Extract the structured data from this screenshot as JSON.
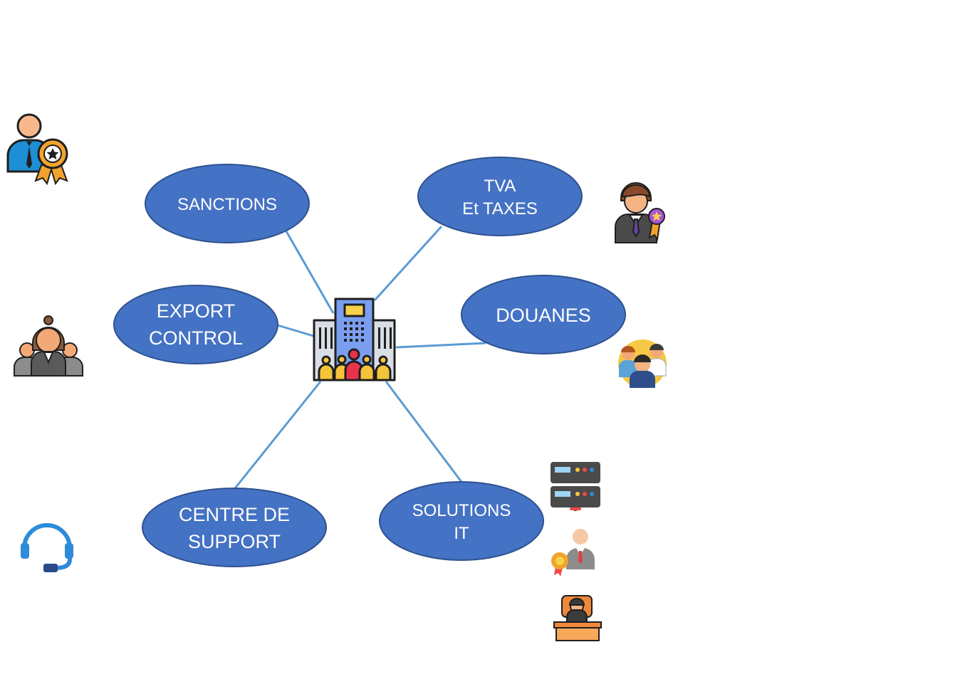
{
  "colors": {
    "node_fill": "#4472C4",
    "node_stroke": "#2F528F",
    "connector": "#5B9BD5",
    "background": "#FFFFFF"
  },
  "center": {
    "icon": "office-building-with-people-icon"
  },
  "nodes": [
    {
      "id": "sanctions",
      "lines": [
        "SANCTIONS"
      ]
    },
    {
      "id": "tva",
      "lines": [
        "TVA",
        "Et TAXES"
      ]
    },
    {
      "id": "export-control",
      "lines": [
        "EXPORT",
        "CONTROL"
      ]
    },
    {
      "id": "douanes",
      "lines": [
        "DOUANES"
      ]
    },
    {
      "id": "centre-support",
      "lines": [
        "CENTRE DE",
        "SUPPORT"
      ]
    },
    {
      "id": "solutions-it",
      "lines": [
        "SOLUTIONS",
        "IT"
      ]
    }
  ],
  "icons": [
    "certified-professional-icon",
    "team-leader-icon",
    "businessman-award-icon",
    "team-group-icon",
    "support-headset-icon",
    "server-rack-icon",
    "certified-expert-icon",
    "speaker-desk-icon"
  ]
}
